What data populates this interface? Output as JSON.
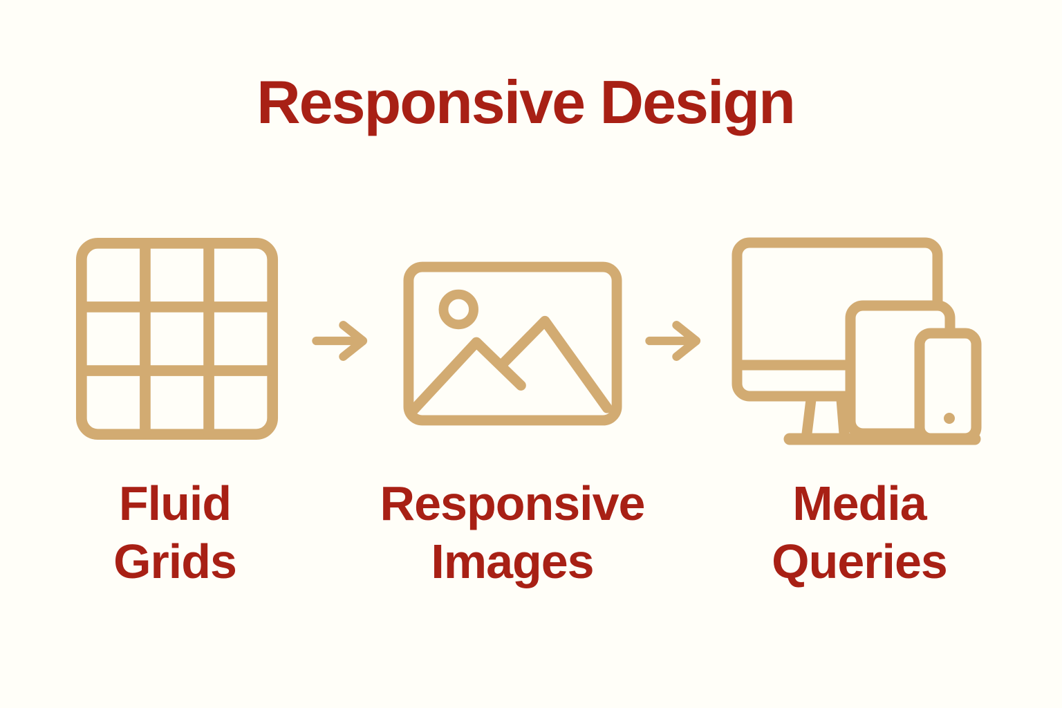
{
  "title": "Responsive Design",
  "colors": {
    "accent_red": "#A82015",
    "icon_tan": "#D2AB72",
    "background": "#FFFEF8"
  },
  "diagram": {
    "type": "flow-left-to-right",
    "connector": "arrow-right",
    "items": [
      {
        "icon": "grid-icon",
        "label": "Fluid Grids",
        "label_multiline": "Fluid\nGrids"
      },
      {
        "icon": "image-icon",
        "label": "Responsive Images",
        "label_multiline": "Responsive\nImages"
      },
      {
        "icon": "devices-icon",
        "label": "Media Queries",
        "label_multiline": "Media\nQueries"
      }
    ]
  }
}
